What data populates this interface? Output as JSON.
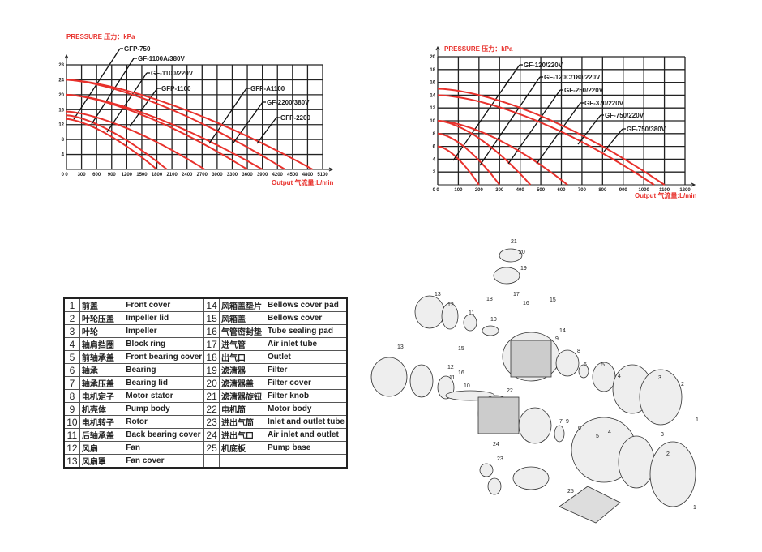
{
  "chart_data": [
    {
      "type": "line",
      "title": "PRESSURE 压力：kPa",
      "xlabel": "Output 气流量:L/min",
      "xlim": [
        0,
        5100
      ],
      "ylim": [
        0,
        28
      ],
      "xticks": [
        0,
        300,
        600,
        900,
        1200,
        1500,
        1800,
        2100,
        2400,
        2700,
        3000,
        3300,
        3600,
        3900,
        4200,
        4500,
        4800,
        5100
      ],
      "yticks": [
        4,
        8,
        12,
        16,
        20,
        24,
        28
      ],
      "grid": true,
      "series": [
        {
          "name": "GFP-750",
          "x": [
            0,
            1800
          ],
          "y": [
            13.5,
            0
          ]
        },
        {
          "name": "GF-1100A/380V",
          "x": [
            0,
            2000
          ],
          "y": [
            14.5,
            0
          ]
        },
        {
          "name": "GF-1100/220V",
          "x": [
            0,
            2750
          ],
          "y": [
            15.5,
            0
          ]
        },
        {
          "name": "GFP-1100",
          "x": [
            0,
            3600
          ],
          "y": [
            20,
            0
          ]
        },
        {
          "name": "GFP-A1100",
          "x": [
            0,
            3900
          ],
          "y": [
            20,
            0
          ]
        },
        {
          "name": "GF-2200/380V",
          "x": [
            0,
            4350
          ],
          "y": [
            24,
            0
          ]
        },
        {
          "name": "GFP-2200",
          "x": [
            0,
            4900
          ],
          "y": [
            24,
            0
          ]
        }
      ]
    },
    {
      "type": "line",
      "title": "PRESSURE 压力：kPa",
      "xlabel": "Output 气流量:L/min",
      "xlim": [
        0,
        1200
      ],
      "ylim": [
        0,
        20
      ],
      "xticks": [
        0,
        100,
        200,
        300,
        400,
        500,
        600,
        700,
        800,
        900,
        1000,
        1100,
        1200
      ],
      "yticks": [
        2,
        4,
        6,
        8,
        10,
        12,
        14,
        16,
        18,
        20
      ],
      "grid": true,
      "series": [
        {
          "name": "GF-120/220V",
          "x": [
            0,
            200
          ],
          "y": [
            6,
            0
          ]
        },
        {
          "name": "GF-120C/180/220V",
          "x": [
            0,
            300
          ],
          "y": [
            8,
            0
          ]
        },
        {
          "name": "GF-250/220V",
          "x": [
            0,
            450
          ],
          "y": [
            10,
            0
          ]
        },
        {
          "name": "GF-370/220V",
          "x": [
            0,
            630
          ],
          "y": [
            10,
            0
          ]
        },
        {
          "name": "GF-750/220V",
          "x": [
            0,
            1050
          ],
          "y": [
            14,
            0
          ]
        },
        {
          "name": "GF-750/380V",
          "x": [
            0,
            1100
          ],
          "y": [
            15,
            0
          ]
        }
      ]
    }
  ],
  "parts": [
    [
      "1",
      "前盖",
      "Front cover"
    ],
    [
      "2",
      "叶轮压盖",
      "Impeller lid"
    ],
    [
      "3",
      "叶轮",
      "Impeller"
    ],
    [
      "4",
      "轴肩挡圈",
      "Block ring"
    ],
    [
      "5",
      "前轴承盖",
      "Front bearing cover"
    ],
    [
      "6",
      "轴承",
      "Bearing"
    ],
    [
      "7",
      "轴承压盖",
      "Bearing lid"
    ],
    [
      "8",
      "电机定子",
      "Motor stator"
    ],
    [
      "9",
      "机壳体",
      "Pump body"
    ],
    [
      "10",
      "电机转子",
      "Rotor"
    ],
    [
      "11",
      "后轴承盖",
      "Back bearing cover"
    ],
    [
      "12",
      "风扇",
      "Fan"
    ],
    [
      "13",
      "风扇罩",
      "Fan cover"
    ],
    [
      "14",
      "风箱盖垫片",
      "Bellows cover pad"
    ],
    [
      "15",
      "风箱盖",
      "Bellows cover"
    ],
    [
      "16",
      "气管密封垫",
      "Tube sealing pad"
    ],
    [
      "17",
      "进气管",
      "Air inlet tube"
    ],
    [
      "18",
      "出气口",
      "Outlet"
    ],
    [
      "19",
      "滤清器",
      "Filter"
    ],
    [
      "20",
      "滤清器盖",
      "Filter cover"
    ],
    [
      "21",
      "滤清器旋钮",
      "Filter knob"
    ],
    [
      "22",
      "电机筒",
      "Motor body"
    ],
    [
      "23",
      "进出气筒",
      "Inlet and outlet tube"
    ],
    [
      "24",
      "进出气口",
      "Air inlet and outlet"
    ],
    [
      "25",
      "机底板",
      "Pump base"
    ]
  ],
  "diagram": {
    "labels": [
      "21",
      "20",
      "19",
      "17",
      "18",
      "16",
      "15",
      "13",
      "12",
      "11",
      "10",
      "14",
      "9",
      "8",
      "6",
      "5",
      "4",
      "3",
      "2",
      "1",
      "13",
      "12",
      "11",
      "10",
      "22",
      "9",
      "7",
      "6",
      "5",
      "4",
      "3",
      "2",
      "1",
      "24",
      "23",
      "25",
      "15",
      "16"
    ]
  },
  "colors": {
    "curve": "#e8312c",
    "title": "#e8312c"
  }
}
